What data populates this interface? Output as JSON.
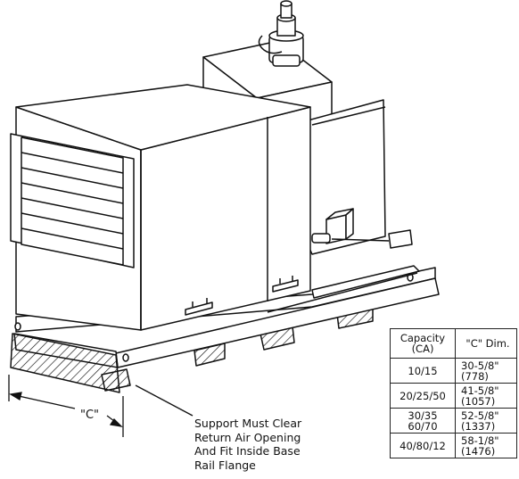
{
  "dimension_label": "\"C\"",
  "note_lines": [
    "Support Must Clear",
    "Return Air Opening",
    "And Fit Inside Base",
    "Rail Flange"
  ],
  "table": {
    "headers": [
      [
        "Capacity",
        "(CA)"
      ],
      [
        "\"C\" Dim."
      ]
    ],
    "rows": [
      {
        "capacity": [
          "10/15"
        ],
        "dim": [
          "30-5/8\"",
          "(778)"
        ]
      },
      {
        "capacity": [
          "20/25/50"
        ],
        "dim": [
          "41-5/8\"",
          "(1057)"
        ]
      },
      {
        "capacity": [
          "30/35",
          "60/70"
        ],
        "dim": [
          "52-5/8\"",
          "(1337)"
        ]
      },
      {
        "capacity": [
          "40/80/12"
        ],
        "dim": [
          "58-1/8\"",
          "(1476)"
        ]
      }
    ]
  }
}
